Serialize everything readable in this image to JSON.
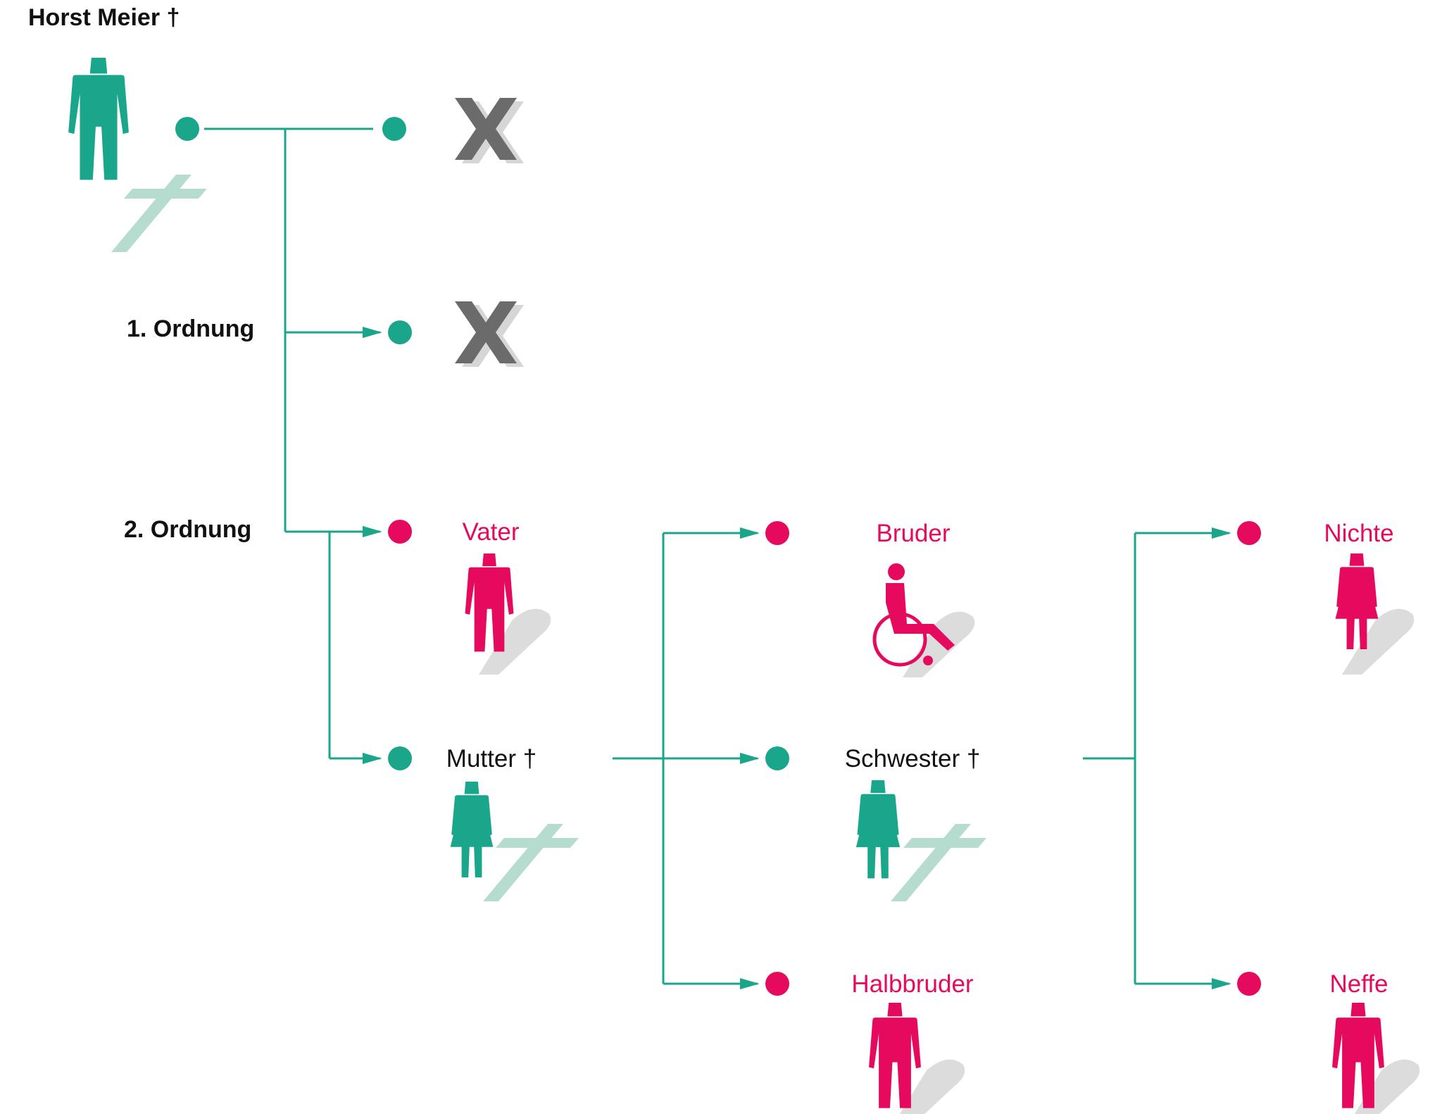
{
  "colors": {
    "green": "#1aa68a",
    "pink": "#e50a5e",
    "gray": "#6b6b6b",
    "light_gray": "#d6d6d6",
    "cross": "#b6dcd0",
    "black": "#111111"
  },
  "labels": {
    "deceased": "Horst Meier †",
    "order_1": "1. Ordnung",
    "order_2": "2. Ordnung"
  },
  "persons": {
    "vater": {
      "label": "Vater",
      "status": "heir",
      "figure": "man-icon"
    },
    "mutter": {
      "label": "Mutter †",
      "status": "deceased",
      "figure": "woman-icon"
    },
    "bruder": {
      "label": "Bruder",
      "status": "heir",
      "figure": "wheelchair-icon"
    },
    "schwester": {
      "label": "Schwester †",
      "status": "deceased",
      "figure": "woman-icon"
    },
    "halbbruder": {
      "label": "Halbbruder",
      "status": "heir",
      "figure": "man-icon"
    },
    "nichte": {
      "label": "Nichte",
      "status": "heir",
      "figure": "woman-icon"
    },
    "neffe": {
      "label": "Neffe",
      "status": "heir",
      "figure": "man-icon"
    }
  }
}
